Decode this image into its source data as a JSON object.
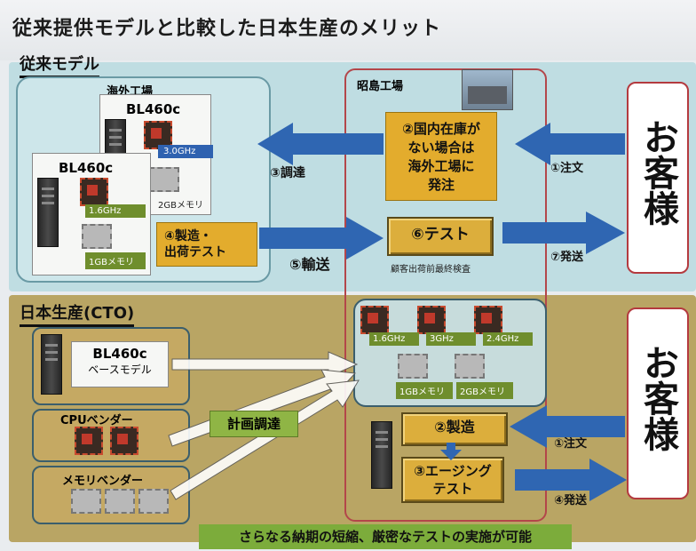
{
  "slide": {
    "title": "従来提供モデルと比較した日本生産のメリット",
    "traditional": {
      "section_label": "従来モデル",
      "overseas_factory": "海外工場",
      "server_back": {
        "name": "BL460c",
        "cpu": "3.0GHz",
        "mem": "2GBメモリ"
      },
      "server_front": {
        "name": "BL460c",
        "cpu": "1.6GHz",
        "mem": "1GBメモリ"
      },
      "step3": "③調達",
      "step4": "④製造・\n出荷テスト",
      "step5": "⑤輸送",
      "akishima_factory": "昭島工場",
      "step2": "②国内在庫が\nない場合は\n海外工場に\n発注",
      "step6": "⑥テスト",
      "step6_sub": "顧客出荷前最終検査",
      "step1": "①注文",
      "step7": "⑦発送",
      "customer": "お客様"
    },
    "japan": {
      "section_label": "日本生産(CTO)",
      "base_model_name": "BL460c",
      "base_model_sub": "ベースモデル",
      "cpu_vendor": "CPUベンダー",
      "mem_vendor": "メモリベンダー",
      "planned": "計画調達",
      "cpu_tags": [
        "1.6GHz",
        "3GHz",
        "2.4GHz"
      ],
      "mem_tags": [
        "1GBメモリ",
        "2GBメモリ"
      ],
      "step2": "②製造",
      "step3": "③エージング\nテスト",
      "step1": "①注文",
      "step4": "④発送",
      "customer": "お客様"
    },
    "footer": "さらなる納期の短縮、厳密なテストの実施が可能",
    "colors": {
      "arrow_blue": "#2f66b2",
      "box_orange": "#e3ac2d",
      "upper_bg": "#bfdde2",
      "lower_bg": "#b9a564",
      "footer_green": "#7cac3b",
      "customer_border": "#b43a3f"
    }
  }
}
